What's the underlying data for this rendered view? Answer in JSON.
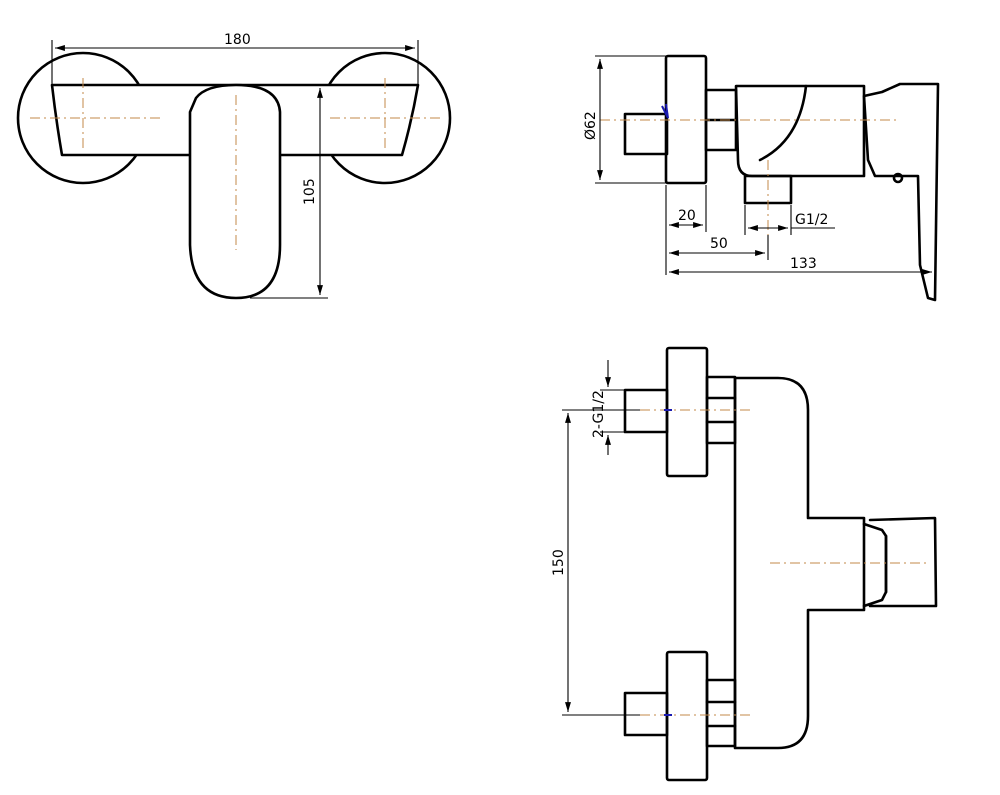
{
  "title": "",
  "dimensions": {
    "width_total": "180",
    "height_top": "105",
    "diameter": "Ø62",
    "rosette_depth": "20",
    "outlet_offset": "50",
    "projection": "133",
    "outlet_thread": "G1/2",
    "inlet_thread": "2-G1/2",
    "inlet_spacing": "150"
  },
  "colors": {
    "outline": "#000000",
    "centerline": "#c38a4a",
    "accent": "#1a1ab0"
  }
}
